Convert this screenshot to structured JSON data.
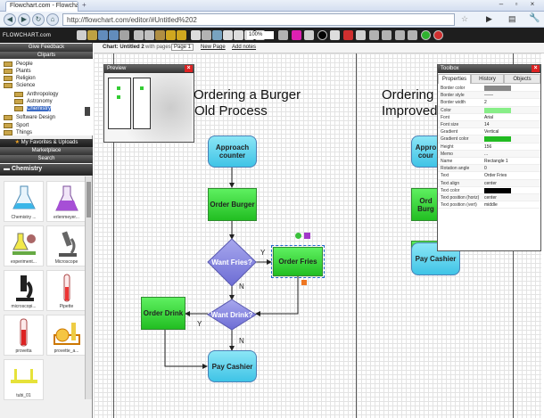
{
  "browser": {
    "tab_title": "Flowchart.com - Flowcha...",
    "url": "http://flowchart.com/editor/#Untitled%202"
  },
  "app": {
    "logo": "FLOWCHART",
    "logo_suffix": ".com",
    "zoom": "100%"
  },
  "sidebar": {
    "give_feedback": "Give Feedback",
    "cliparts": "Cliparts",
    "tree": [
      {
        "label": "People"
      },
      {
        "label": "Plants"
      },
      {
        "label": "Religion"
      },
      {
        "label": "Science"
      },
      {
        "label": "Anthropology"
      },
      {
        "label": "Astronomy"
      },
      {
        "label": "Chemistry"
      },
      {
        "label": "Software Design"
      },
      {
        "label": "Sport"
      },
      {
        "label": "Things"
      }
    ],
    "favorites": "My Favorites & Uploads",
    "marketplace": "Marketplace",
    "search": "Search",
    "category_title": "Chemistry",
    "clips": [
      {
        "label": "Chemistry ..."
      },
      {
        "label": "erlenmeyer..."
      },
      {
        "label": "experiment..."
      },
      {
        "label": "Microscope"
      },
      {
        "label": "microscopi..."
      },
      {
        "label": "Pipette"
      },
      {
        "label": "provetta"
      },
      {
        "label": "provette_a..."
      },
      {
        "label": "tubi_01"
      }
    ]
  },
  "subbar": {
    "chart": "Chart: Untitled 2",
    "with_pages": "with pages",
    "page": "Page 1",
    "new_page": "New Page",
    "add_notes": "Add notes"
  },
  "canvas": {
    "title_left": "Ordering a Burger",
    "title_left2": "Old Process",
    "title_right": "Ordering a",
    "title_right2": "Improved",
    "nodes": {
      "approach": "Approach counter",
      "order_burger": "Order Burger",
      "want_fries": "Want Fries?",
      "order_fries": "Order Fries",
      "want_drink": "Want Drink?",
      "order_drink": "Order Drink",
      "pay": "Pay Cashier",
      "r_approach": "Appro cour",
      "r_order": "Ord Burg",
      "r_pay": "Pay Cashier"
    },
    "labels": {
      "y1": "Y",
      "n1": "N",
      "n2": "N",
      "y2": "Y"
    }
  },
  "preview": {
    "title": "Preview"
  },
  "toolbox": {
    "title": "Toolbox",
    "tabs": [
      "Properties",
      "History",
      "Objects"
    ],
    "props": [
      {
        "k": "Border color",
        "swatch": "#888888"
      },
      {
        "k": "Border style",
        "v": "——"
      },
      {
        "k": "Border width",
        "v": "2"
      },
      {
        "k": "Color",
        "swatch": "#88ee88"
      },
      {
        "k": "Font",
        "v": "Arial"
      },
      {
        "k": "Font size",
        "v": "14"
      },
      {
        "k": "Gradient",
        "v": "Vertical"
      },
      {
        "k": "Gradient color",
        "swatch": "#22bb22"
      },
      {
        "k": "Height",
        "v": "156"
      },
      {
        "k": "Memo",
        "v": "..."
      },
      {
        "k": "Name",
        "v": "Rectangle 1"
      },
      {
        "k": "Rotation angle",
        "v": "0"
      },
      {
        "k": "Text",
        "v": "Order Fries"
      },
      {
        "k": "Text align",
        "v": "center"
      },
      {
        "k": "Text color",
        "swatch": "#000000"
      },
      {
        "k": "Text position (horiz)",
        "v": "center"
      },
      {
        "k": "Text position (vert)",
        "v": "middle"
      }
    ]
  }
}
